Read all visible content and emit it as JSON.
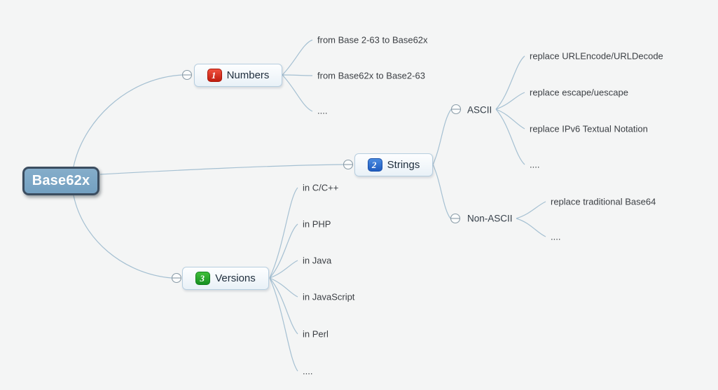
{
  "canvas": {
    "background_color": "#f4f5f5",
    "connector_color": "#a5c0d2"
  },
  "root": {
    "label": "Base62x",
    "fill_color": "#7aa6c6",
    "border_color": "#3b4d60"
  },
  "branches": [
    {
      "label": "Numbers",
      "badge": {
        "digit": "1",
        "color": "#d3281a"
      },
      "children": [
        {
          "label": "from Base 2-63 to Base62x"
        },
        {
          "label": "from Base62x to Base2-63"
        },
        {
          "label": "...."
        }
      ]
    },
    {
      "label": "Strings",
      "badge": {
        "digit": "2",
        "color": "#2a6fd4"
      },
      "children": [
        {
          "label": "ASCII",
          "children": [
            {
              "label": "replace URLEncode/URLDecode"
            },
            {
              "label": "replace escape/uescape"
            },
            {
              "label": "replace IPv6 Textual Notation"
            },
            {
              "label": "...."
            }
          ]
        },
        {
          "label": "Non-ASCII",
          "children": [
            {
              "label": "replace traditional Base64"
            },
            {
              "label": "...."
            }
          ]
        }
      ]
    },
    {
      "label": "Versions",
      "badge": {
        "digit": "3",
        "color": "#1f9e2a"
      },
      "children": [
        {
          "label": "in C/C++"
        },
        {
          "label": "in PHP"
        },
        {
          "label": "in Java"
        },
        {
          "label": "in JavaScript"
        },
        {
          "label": "in Perl"
        },
        {
          "label": "...."
        }
      ]
    }
  ]
}
